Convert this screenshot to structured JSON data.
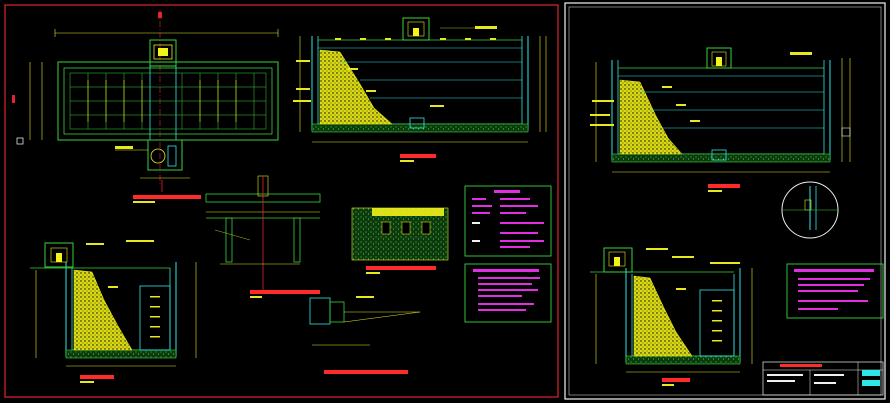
{
  "colors": {
    "background": "#000000",
    "sheet_border": "#e0262b",
    "sheet2_border": "#f2f2f2",
    "outline_green": "#37d43c",
    "structure_cyan": "#2ee6e6",
    "dimension_yellow": "#e8e820",
    "fill_yellow": "#f3f31a",
    "label_red": "#ff2a2a",
    "note_magenta": "#e02ee0",
    "note_white": "#f0f0f0"
  },
  "icons": {
    "gravel_fill": "yellow-hatch-icon",
    "section_mark": "red-section-arrow-icon",
    "detail_circle": "white-detail-circle-icon"
  },
  "sheet_1": {
    "views": [
      "plan",
      "longitudinal-section",
      "cross-section",
      "slab-detail",
      "footing-detail",
      "outlet-detail"
    ]
  },
  "sheet_2": {
    "views": [
      "longitudinal-section",
      "cross-section",
      "detail-circle"
    ]
  }
}
